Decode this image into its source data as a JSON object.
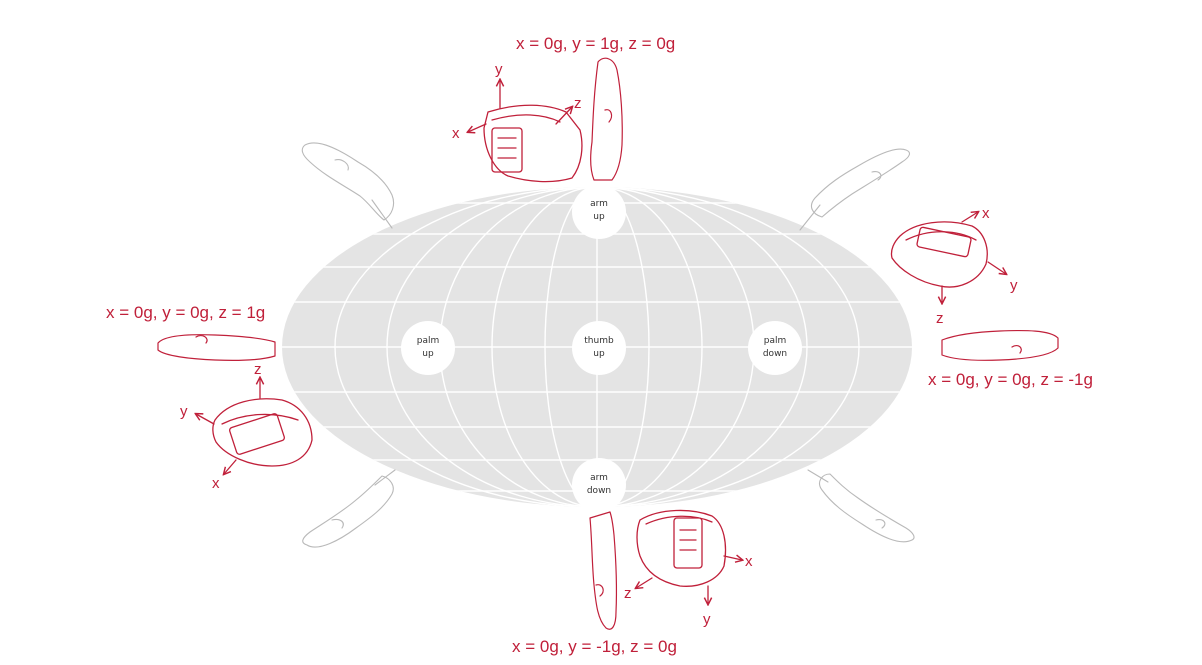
{
  "labels": {
    "top": "x = 0g, y = 1g, z = 0g",
    "left": "x = 0g, y = 0g, z = 1g",
    "right": "x = 0g, y = 0g, z = -1g",
    "bottom": "x = 0g, y = -1g, z = 0g"
  },
  "positions": {
    "arm_up": [
      "arm",
      "up"
    ],
    "palm_up": [
      "palm",
      "up"
    ],
    "thumb_up": [
      "thumb",
      "up"
    ],
    "palm_down": [
      "palm",
      "down"
    ],
    "arm_down": [
      "arm",
      "down"
    ]
  },
  "axes": {
    "x": "x",
    "y": "y",
    "z": "z"
  },
  "colors": {
    "accent": "#c0203a",
    "globe": "#e4e4e4",
    "hand_outline": "#b9b9b9"
  }
}
